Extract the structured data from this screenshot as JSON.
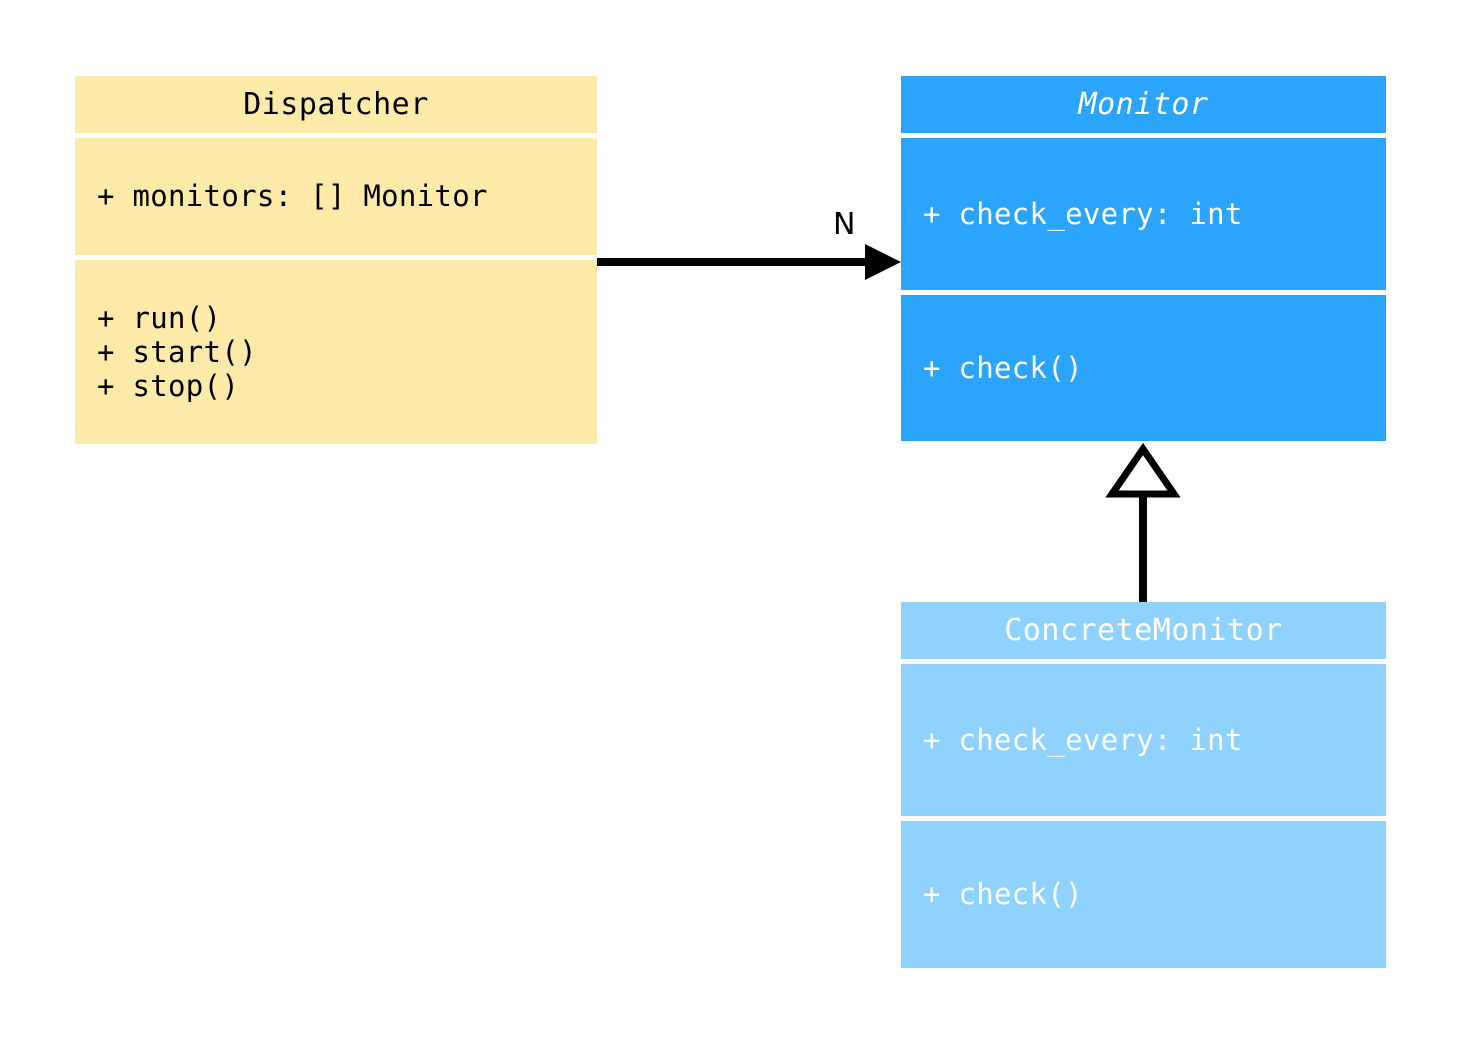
{
  "diagram": {
    "type": "uml-class-diagram",
    "background": "#ffffff",
    "classes": [
      {
        "id": "dispatcher",
        "name": "Dispatcher",
        "abstract": false,
        "fill": "#fceba8",
        "text_color": "#000000",
        "attributes": [
          "+ monitors: [] Monitor"
        ],
        "methods": [
          "+ run()",
          "+ start()",
          "+ stop()"
        ]
      },
      {
        "id": "monitor",
        "name": "Monitor",
        "abstract": true,
        "fill": "#2ba4fc",
        "text_color": "#ffffff",
        "attributes": [
          "+ check_every: int"
        ],
        "methods": [
          "+ check()"
        ]
      },
      {
        "id": "concrete_monitor",
        "name": "ConcreteMonitor",
        "abstract": false,
        "fill": "#8ed2fd",
        "text_color": "#ffffff",
        "attributes": [
          "+ check_every: int"
        ],
        "methods": [
          "+ check()"
        ]
      }
    ],
    "relations": [
      {
        "id": "dispatcher-to-monitor",
        "kind": "association",
        "from": "dispatcher",
        "to": "monitor",
        "label": "N",
        "arrow": "filled-arrowhead",
        "stroke": "#000000"
      },
      {
        "id": "concrete-monitor-inherits-monitor",
        "kind": "generalization",
        "from": "concrete_monitor",
        "to": "monitor",
        "label": "",
        "arrow": "hollow-triangle",
        "stroke": "#000000"
      }
    ]
  }
}
